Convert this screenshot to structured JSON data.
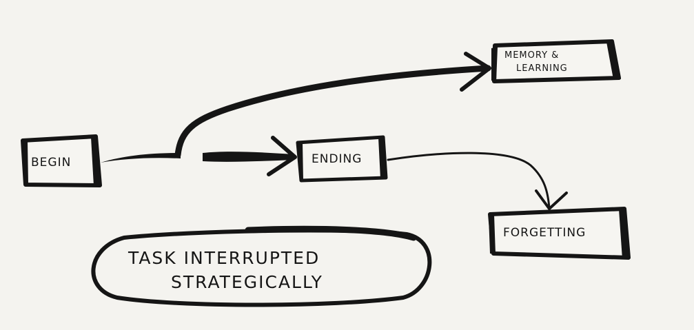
{
  "diagram": {
    "nodes": {
      "begin": {
        "label": "BEGIN"
      },
      "ending": {
        "label": "ENDING"
      },
      "memory": {
        "label_line1": "MEMORY &",
        "label_line2": "LEARNING"
      },
      "forgetting": {
        "label": "FORGETTING"
      }
    },
    "note": {
      "line1": "TASK INTERRUPTED",
      "line2": "STRATEGICALLY"
    },
    "colors": {
      "background": "#f4f3ef",
      "ink": "#151515",
      "box_fill": "#f6f5f1"
    }
  }
}
